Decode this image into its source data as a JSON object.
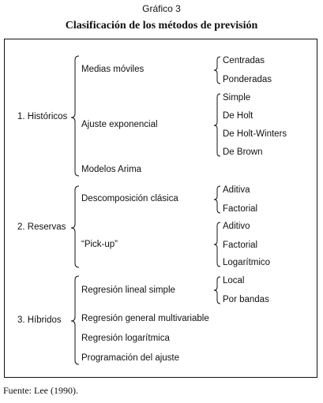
{
  "figure": {
    "caption": "Gráfico 3",
    "title": "Clasificación de los métodos de previsión",
    "source": "Fuente: Lee (1990)."
  },
  "groups": [
    {
      "label": "1. Históricos",
      "methods": [
        {
          "label": "Medias móviles",
          "variants": [
            "Centradas",
            "Ponderadas"
          ]
        },
        {
          "label": "Ajuste exponencial",
          "variants": [
            "Simple",
            "De Holt",
            "De Holt-Winters",
            "De Brown"
          ]
        },
        {
          "label": "Modelos Arima",
          "variants": []
        }
      ]
    },
    {
      "label": "2. Reservas",
      "methods": [
        {
          "label": "Descomposición clásica",
          "variants": [
            "Aditiva",
            "Factorial"
          ]
        },
        {
          "label": "“Pick-up”",
          "variants": [
            "Aditivo",
            "Factorial",
            "Logarítmico"
          ]
        }
      ]
    },
    {
      "label": "3. Híbridos",
      "methods": [
        {
          "label": "Regresión lineal simple",
          "variants": [
            "Local",
            "Por bandas"
          ]
        },
        {
          "label": "Regresión general multivariable",
          "variants": []
        },
        {
          "label": "Regresión logarítmica",
          "variants": []
        },
        {
          "label": "Programación del ajuste",
          "variants": []
        }
      ]
    }
  ]
}
